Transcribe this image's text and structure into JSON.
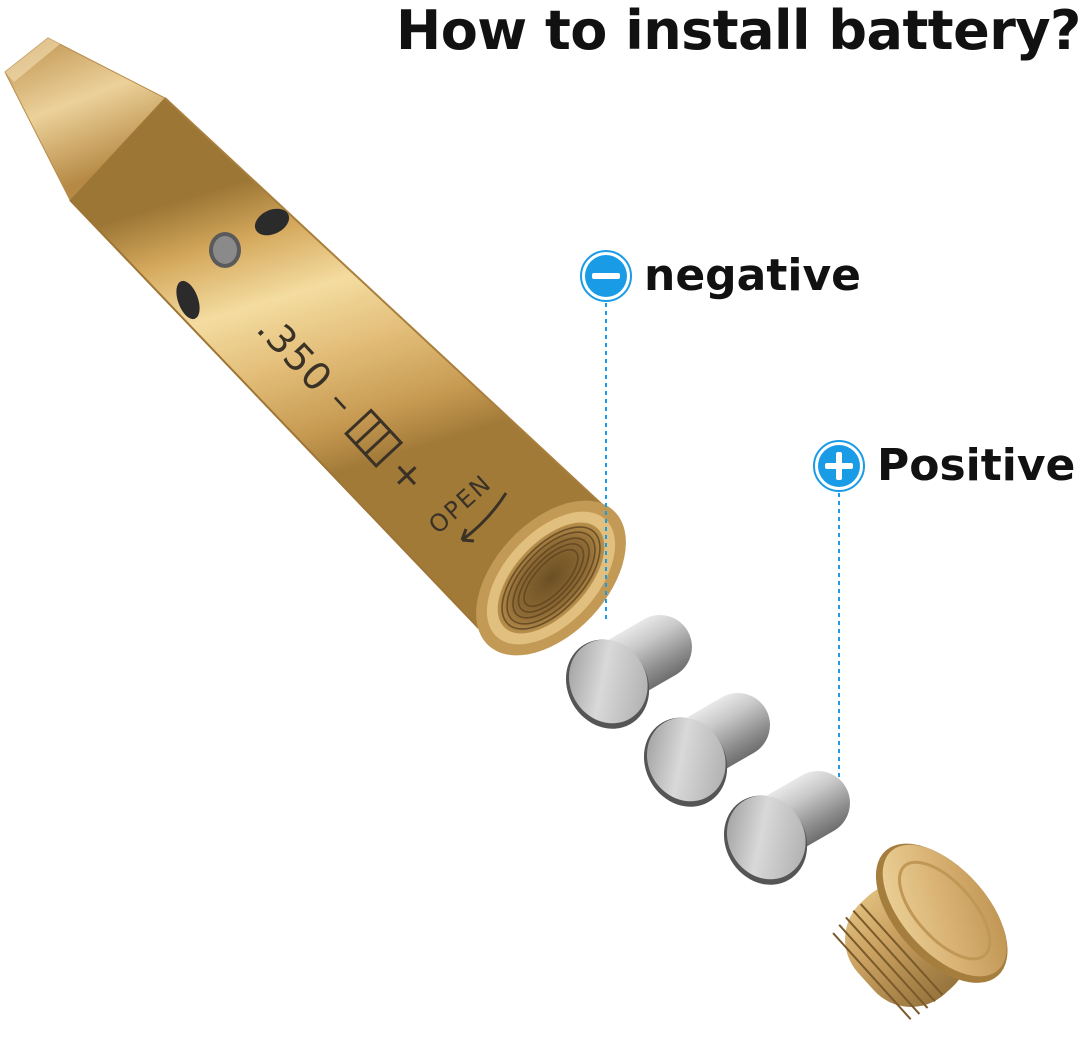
{
  "title": "How to install battery?",
  "callouts": {
    "negative": {
      "label": "negative",
      "symbol": "minus-icon"
    },
    "positive": {
      "label": "Positive",
      "symbol": "plus-icon"
    }
  },
  "engraving": {
    "caliber": ".350",
    "minus": "–",
    "plus": "+",
    "open": "OPEN"
  },
  "colors": {
    "accent": "#1a9be6",
    "brass": "#d8ac62",
    "text": "#111111"
  }
}
